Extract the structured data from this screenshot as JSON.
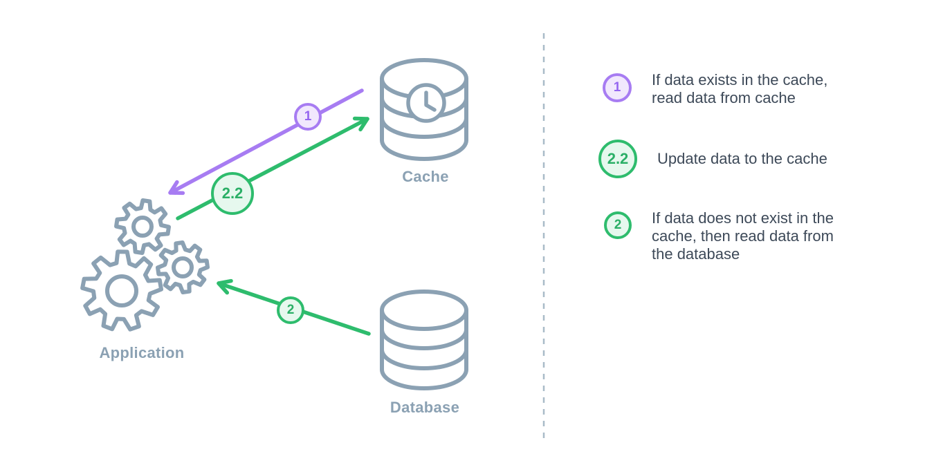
{
  "colors": {
    "purple": "#A77CF2",
    "purple_fill": "#F1E8FD",
    "green": "#2EBC6D",
    "green_fill": "#E6F8EE",
    "node_stroke": "#8BA1B3",
    "node_label": "#8BA1B3",
    "legend_text": "#3D4958",
    "divider": "#A9BBC8"
  },
  "diagram": {
    "cache_label": "Cache",
    "database_label": "Database",
    "application_label": "Application",
    "flow1_badge": "1",
    "flow22_badge": "2.2",
    "flow2_badge": "2"
  },
  "legend": {
    "items": [
      {
        "badge": "1",
        "style": "purple",
        "text": "If data exists in the cache,\nread data from cache"
      },
      {
        "badge": "2.2",
        "style": "green",
        "text": "Update data to the cache"
      },
      {
        "badge": "2",
        "style": "green",
        "text": "If data does not exist in the\ncache, then read data from\nthe database"
      }
    ]
  }
}
